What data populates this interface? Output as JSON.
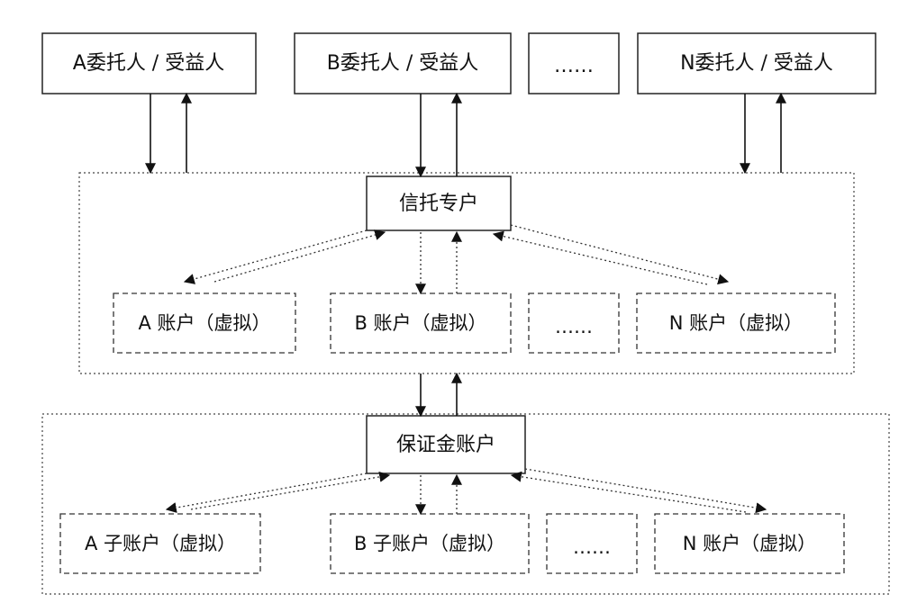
{
  "top_row": {
    "a_label": "A委托人 / 受益人",
    "b_label": "B委托人 / 受益人",
    "ellipsis": "……",
    "n_label": "N委托人 / 受益人"
  },
  "trust_group": {
    "hub_label": "信托专户",
    "accounts": {
      "a": "A 账户（虚拟）",
      "b": "B 账户（虚拟）",
      "ellipsis": "……",
      "n": "N 账户（虚拟）"
    }
  },
  "margin_group": {
    "hub_label": "保证金账户",
    "sub_accounts": {
      "a": "A 子账户（虚拟）",
      "b": "B 子账户（虚拟）",
      "ellipsis": "……",
      "n": "N 账户（虚拟）"
    }
  }
}
